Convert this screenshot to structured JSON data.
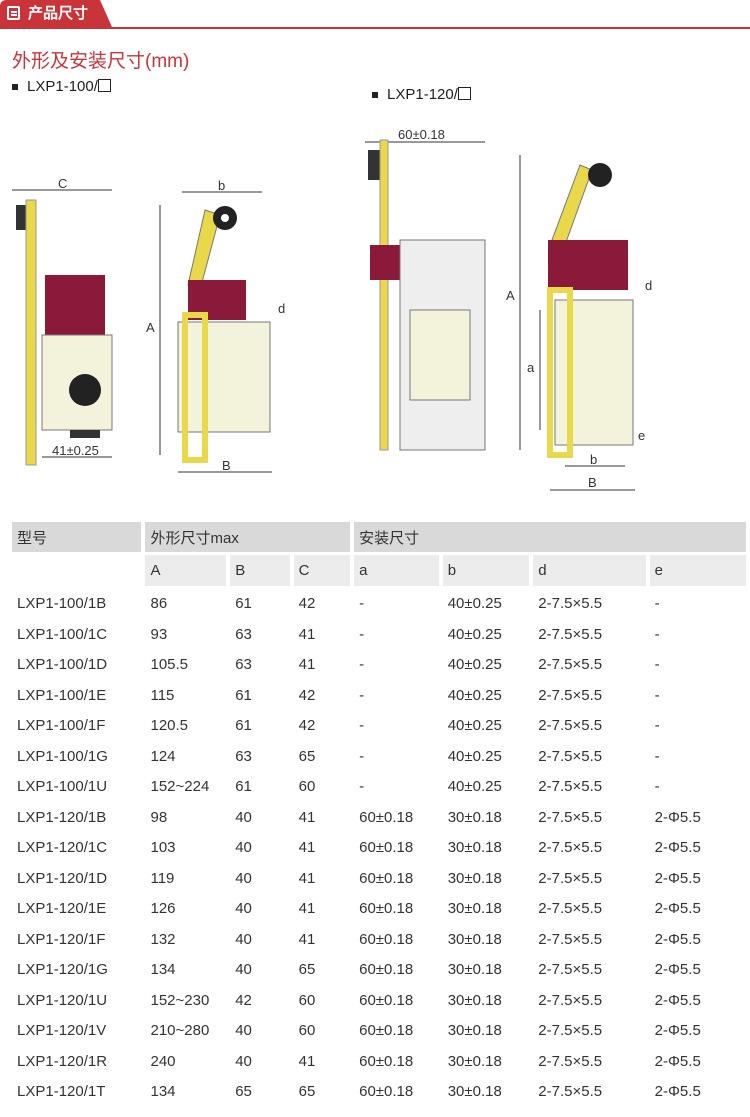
{
  "header": {
    "tab_label": "产品尺寸",
    "icon": "document-list-icon"
  },
  "title": "外形及安装尺寸(mm)",
  "models": [
    "LXP1-100/",
    "LXP1-120/"
  ],
  "drawing_labels": {
    "C": "C",
    "b": "b",
    "A": "A",
    "d": "d",
    "B": "B",
    "dim41": "41±0.25",
    "dim60": "60±0.18",
    "a": "a",
    "e": "e"
  },
  "table": {
    "group_headers": [
      "型号",
      "外形尺寸max",
      "安装尺寸"
    ],
    "columns": [
      "A",
      "B",
      "C",
      "a",
      "b",
      "d",
      "e"
    ],
    "rows": [
      [
        "LXP1-100/1B",
        "86",
        "61",
        "42",
        "-",
        "40±0.25",
        "2-7.5×5.5",
        "-"
      ],
      [
        "LXP1-100/1C",
        "93",
        "63",
        "41",
        "-",
        "40±0.25",
        "2-7.5×5.5",
        "-"
      ],
      [
        "LXP1-100/1D",
        "105.5",
        "63",
        "41",
        "-",
        "40±0.25",
        "2-7.5×5.5",
        "-"
      ],
      [
        "LXP1-100/1E",
        "115",
        "61",
        "42",
        "-",
        "40±0.25",
        "2-7.5×5.5",
        "-"
      ],
      [
        "LXP1-100/1F",
        "120.5",
        "61",
        "42",
        "-",
        "40±0.25",
        "2-7.5×5.5",
        "-"
      ],
      [
        "LXP1-100/1G",
        "124",
        "63",
        "65",
        "-",
        "40±0.25",
        "2-7.5×5.5",
        "-"
      ],
      [
        "LXP1-100/1U",
        "152~224",
        "61",
        "60",
        "-",
        "40±0.25",
        "2-7.5×5.5",
        "-"
      ],
      [
        "LXP1-120/1B",
        "98",
        "40",
        "41",
        "60±0.18",
        "30±0.18",
        "2-7.5×5.5",
        "2-Φ5.5"
      ],
      [
        "LXP1-120/1C",
        "103",
        "40",
        "41",
        "60±0.18",
        "30±0.18",
        "2-7.5×5.5",
        "2-Φ5.5"
      ],
      [
        "LXP1-120/1D",
        "119",
        "40",
        "41",
        "60±0.18",
        "30±0.18",
        "2-7.5×5.5",
        "2-Φ5.5"
      ],
      [
        "LXP1-120/1E",
        "126",
        "40",
        "41",
        "60±0.18",
        "30±0.18",
        "2-7.5×5.5",
        "2-Φ5.5"
      ],
      [
        "LXP1-120/1F",
        "132",
        "40",
        "41",
        "60±0.18",
        "30±0.18",
        "2-7.5×5.5",
        "2-Φ5.5"
      ],
      [
        "LXP1-120/1G",
        "134",
        "40",
        "65",
        "60±0.18",
        "30±0.18",
        "2-7.5×5.5",
        "2-Φ5.5"
      ],
      [
        "LXP1-120/1U",
        "152~230",
        "42",
        "60",
        "60±0.18",
        "30±0.18",
        "2-7.5×5.5",
        "2-Φ5.5"
      ],
      [
        "LXP1-120/1V",
        "210~280",
        "40",
        "60",
        "60±0.18",
        "30±0.18",
        "2-7.5×5.5",
        "2-Φ5.5"
      ],
      [
        "LXP1-120/1R",
        "240",
        "40",
        "41",
        "60±0.18",
        "30±0.18",
        "2-7.5×5.5",
        "2-Φ5.5"
      ],
      [
        "LXP1-120/1T",
        "134",
        "65",
        "65",
        "60±0.18",
        "30±0.18",
        "2-7.5×5.5",
        "2-Φ5.5"
      ]
    ]
  },
  "colors": {
    "accent": "#c9343b",
    "housing": "#8b1a3a",
    "lever": "#e8d84a",
    "body": "#f3f3dc"
  }
}
